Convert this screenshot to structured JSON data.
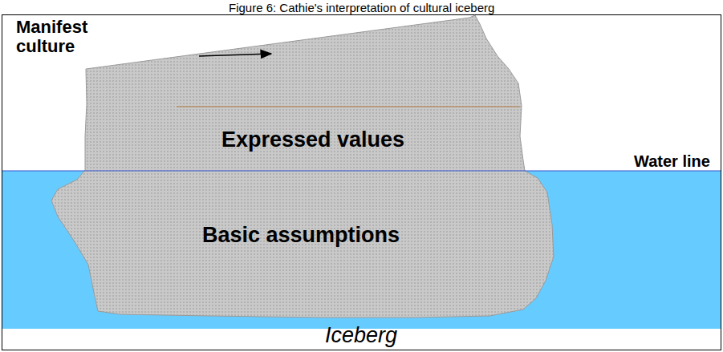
{
  "diagram": {
    "title": "Figure 6: Cathie's interpretation of cultural iceberg",
    "nodes": [
      {
        "text": [
          "Expressed values"
        ]
      },
      {
        "text": [
          "Basic assumptions"
        ]
      }
    ],
    "labels": [
      "Manifest culture",
      "Water line",
      "Iceberg"
    ]
  }
}
